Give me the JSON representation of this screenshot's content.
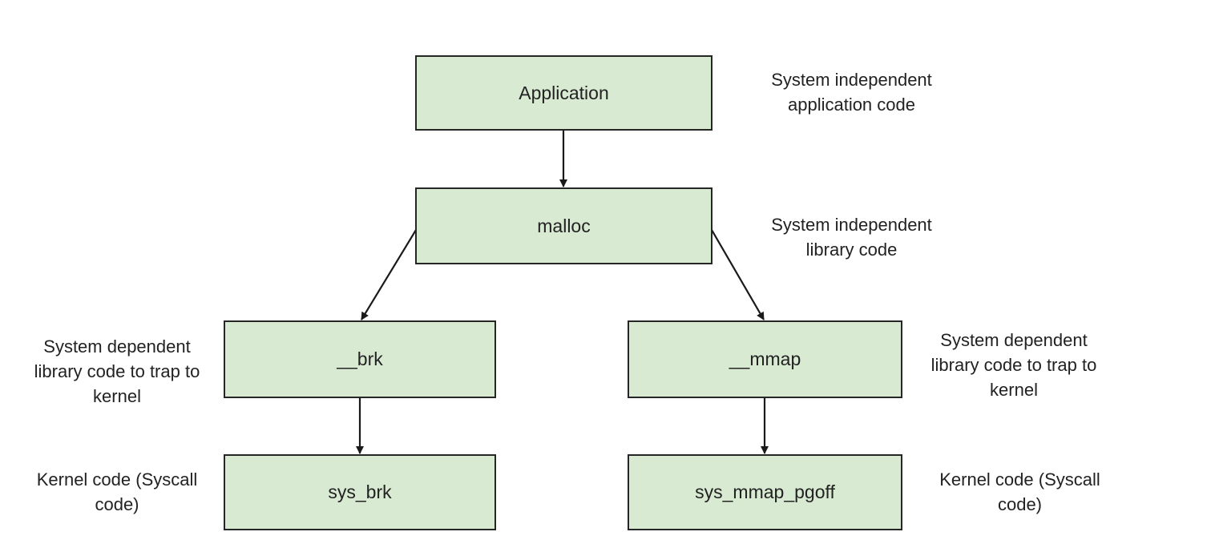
{
  "boxes": {
    "application": "Application",
    "malloc": "malloc",
    "brk": "__brk",
    "mmap": "__mmap",
    "sys_brk": "sys_brk",
    "sys_mmap_pgoff": "sys_mmap_pgoff"
  },
  "annotations": {
    "application_line1": "System independent",
    "application_line2": "application code",
    "malloc_line1": "System independent",
    "malloc_line2": "library code",
    "brk_line1": "System dependent",
    "brk_line2": "library code to trap to",
    "brk_line3": "kernel",
    "mmap_line1": "System dependent",
    "mmap_line2": "library code to trap to",
    "mmap_line3": "kernel",
    "sys_brk_line1": "Kernel code (Syscall",
    "sys_brk_line2": "code)",
    "sys_mmap_line1": "Kernel code (Syscall",
    "sys_mmap_line2": "code)"
  },
  "colors": {
    "box_fill": "#d9ead3",
    "box_border": "#262626",
    "arrow": "#1a1a1a"
  }
}
